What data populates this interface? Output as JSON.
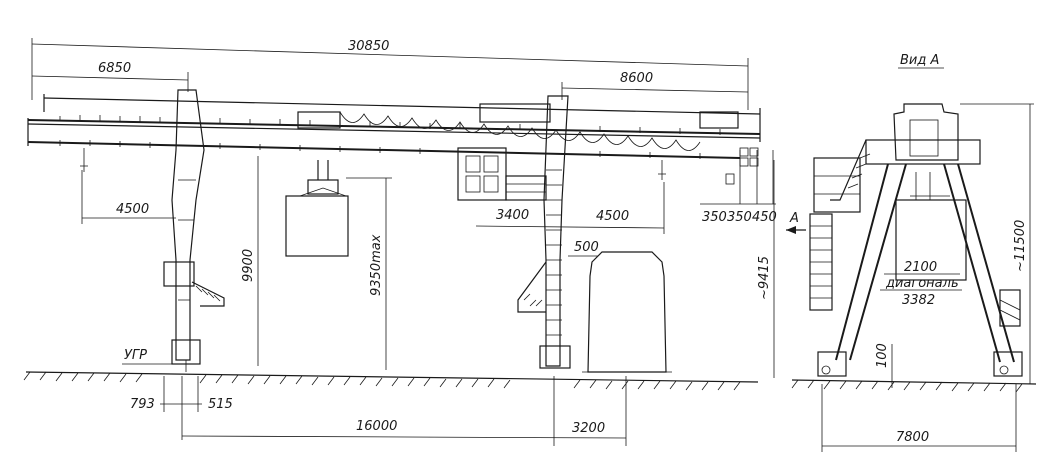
{
  "dimensions": {
    "total_span": "30850",
    "left_cantilever": "6850",
    "right_cantilever": "8600",
    "hook_left": "4500",
    "cab_3400": "3400",
    "hook_right": "4500",
    "d350a": "350",
    "d350b": "350",
    "d450": "450",
    "lift_9900": "9900",
    "lift_max": "9350max",
    "wagon_500": "500",
    "height_9415": "~9415",
    "rail_793": "793",
    "rail_515": "515",
    "track_16000": "16000",
    "track_3200": "3200"
  },
  "labels": {
    "ground_level": "УГР",
    "view_arrow": "А"
  },
  "side_view": {
    "title": "Вид А",
    "height_11500": "~11500",
    "width_2100": "2100",
    "diagonal_label": "диагональ",
    "diagonal_value": "3382",
    "base_100": "100",
    "base_7800": "7800"
  }
}
